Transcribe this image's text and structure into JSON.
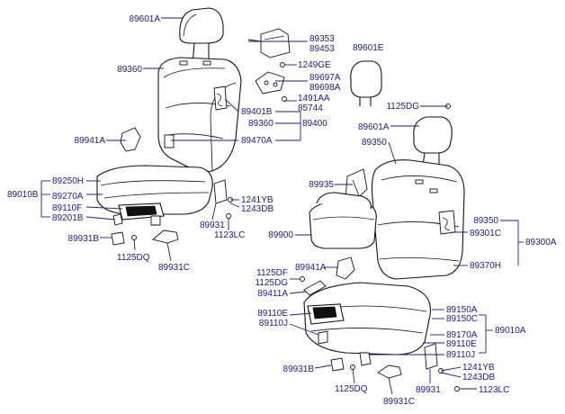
{
  "diagram": {
    "callouts": {
      "c89601A_top": "89601A",
      "c89353": "89353",
      "c89453": "89453",
      "c89360_top": "89360",
      "c1249GE": "1249GE",
      "c89697A": "89697A",
      "c89698A": "89698A",
      "c89601E": "89601E",
      "c1491AA": "1491AA",
      "c85744": "85744",
      "c1125DG_right": "1125DG",
      "c89401B": "89401B",
      "c89360_mid": "89360",
      "c89400": "89400",
      "c89601A_right": "89601A",
      "c89941A_left": "89941A",
      "c89470A": "89470A",
      "c89350_top": "89350",
      "c89250H": "89250H",
      "c89010B": "89010B",
      "c89935": "89935",
      "c89270A": "89270A",
      "c1241YB_mid": "1241YB",
      "c1243DB_mid": "1243DB",
      "c89110F": "89110F",
      "c89201B": "89201B",
      "c89350_right": "89350",
      "c89931_mid": "89931",
      "c89301C": "89301C",
      "c1123LC_mid": "1123LC",
      "c89900": "89900",
      "c89300A": "89300A",
      "c89931B_left": "89931B",
      "c1125DQ_left": "1125DQ",
      "c89931C_left": "89931C",
      "c89370H": "89370H",
      "c89941A_mid": "89941A",
      "c1125DF": "1125DF",
      "c1125DG_mid": "1125DG",
      "c89411A": "89411A",
      "c89150A": "89150A",
      "c89150C": "89150C",
      "c89110E_left": "89110E",
      "c89110J_left": "89110J",
      "c89170A": "89170A",
      "c89010A": "89010A",
      "c89110E_right": "89110E",
      "c89110J_right": "89110J",
      "c89931B_bottom": "89931B",
      "c1241YB_bottom": "1241YB",
      "c1243DB_bottom": "1243DB",
      "c1125DQ_bottom": "1125DQ",
      "c89931_bottom": "89931",
      "c1123LC_bottom": "1123LC",
      "c89931C_bottom": "89931C"
    },
    "colors": {
      "label": "#1a1a8c",
      "outline": "#111111",
      "background": "#ffffff"
    }
  }
}
